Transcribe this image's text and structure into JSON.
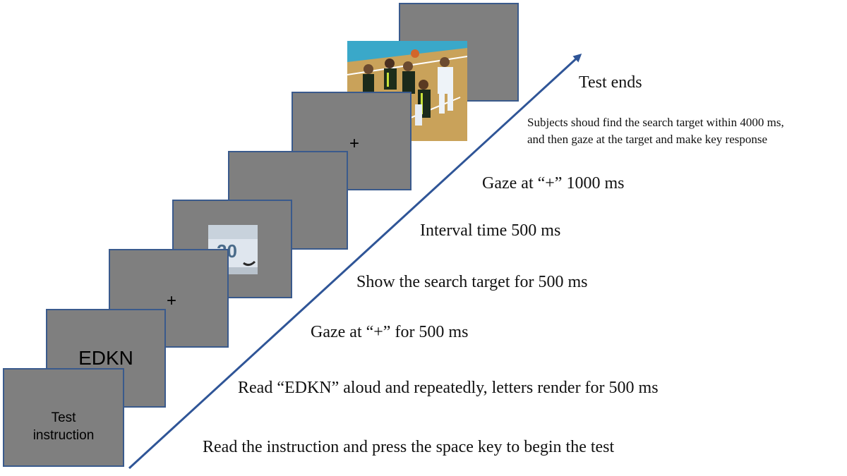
{
  "panels": {
    "instruction_text_line1": "Test",
    "instruction_text_line2": "instruction",
    "letters_text": "EDKN",
    "fixation_1": "+",
    "fixation_2": "+"
  },
  "steps": [
    "Read the instruction and press the space key to begin the test",
    "Read “EDKN” aloud and repeatedly, letters render for 500 ms",
    "Gaze at “+”  for 500 ms",
    "Show the search target for  500 ms",
    "Interval time 500 ms",
    "Gaze at “+”  1000 ms",
    "Subjects shoud find the search target within 4000 ms,",
    "and then gaze at the target and make key response",
    "Test ends"
  ],
  "colors": {
    "panel_fill": "#7f7f7f",
    "panel_border": "#3a5a8c",
    "arrow": "#2f5597"
  }
}
